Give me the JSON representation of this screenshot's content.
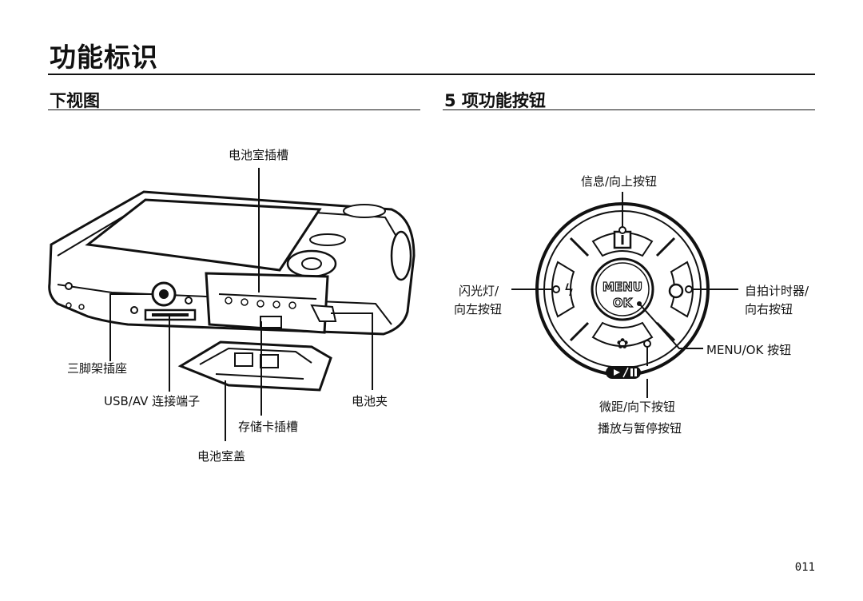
{
  "page_title": "功能标识",
  "left_section": {
    "heading": "下视图",
    "labels": {
      "battery_slot": "电池室插槽",
      "tripod": "三脚架插座",
      "usb_av": "USB/AV 连接端子",
      "card_slot": "存储卡插槽",
      "battery_cover": "电池室盖",
      "battery_clip": "电池夹"
    }
  },
  "right_section": {
    "heading": "5 项功能按钮",
    "labels": {
      "info_up": "信息/向上按钮",
      "flash_left_1": "闪光灯/",
      "flash_left_2": "向左按钮",
      "timer_right_1": "自拍计时器/",
      "timer_right_2": "向右按钮",
      "menu_ok": "MENU/OK 按钮",
      "macro_down": "微距/向下按钮",
      "play_pause": "播放与暂停按钮"
    },
    "button_text": {
      "menu": "MENU",
      "ok": "OK"
    }
  },
  "page_number": "011"
}
